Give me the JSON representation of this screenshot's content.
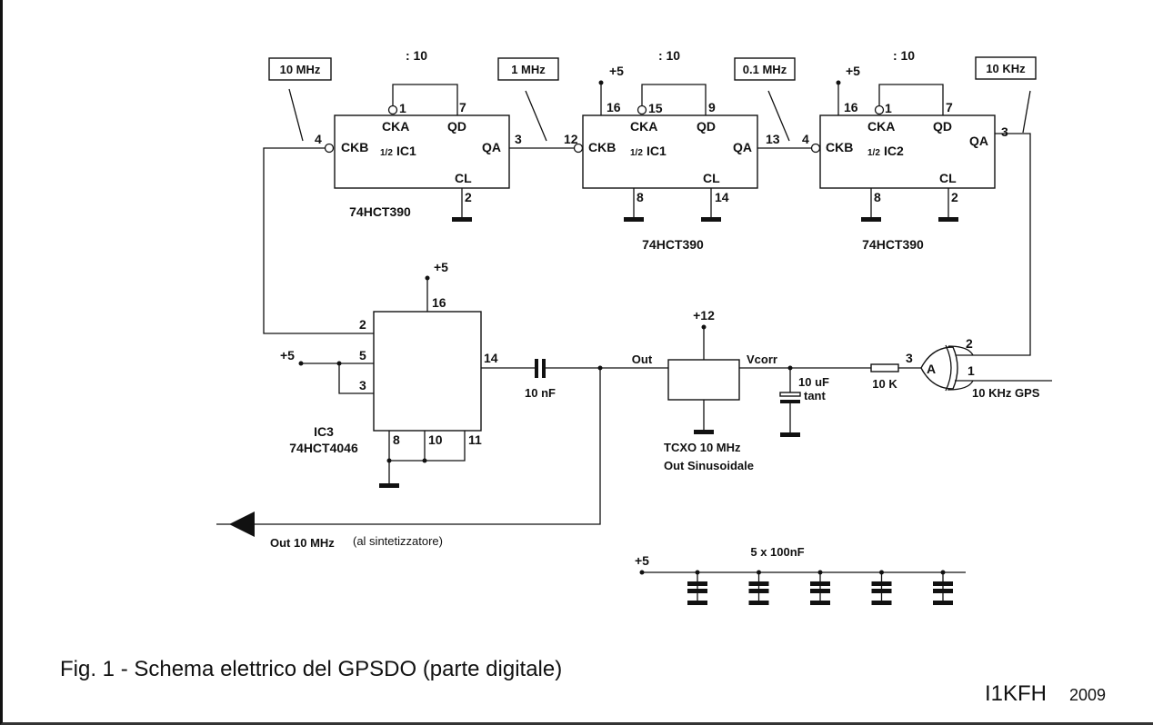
{
  "figure": {
    "caption": "Fig. 1 - Schema elettrico del GPSDO (parte digitale)",
    "author": "I1KFH",
    "year": "2009"
  },
  "frequency_tags": [
    "10 MHz",
    "1 MHz",
    "0.1 MHz",
    "10 KHz"
  ],
  "dividers": [
    {
      "divide_label": ": 10",
      "part": "74HCT390",
      "unit_prefix": "1/2",
      "unit": "IC1",
      "pins": {
        "cka": "1",
        "qd": "7",
        "ckb": "4",
        "qa": "3",
        "cl": "2"
      },
      "signals": {
        "cka": "CKA",
        "qd": "QD",
        "ckb": "CKB",
        "qa": "QA",
        "cl": "CL"
      }
    },
    {
      "divide_label": ": 10",
      "part": "74HCT390",
      "unit_prefix": "1/2",
      "unit": "IC1",
      "supply": "+5",
      "pins": {
        "vcc": "16",
        "cka": "15",
        "qd": "9",
        "ckb": "12",
        "qa": "13",
        "gnd": "8",
        "cl": "14"
      },
      "signals": {
        "cka": "CKA",
        "qd": "QD",
        "ckb": "CKB",
        "qa": "QA",
        "cl": "CL"
      }
    },
    {
      "divide_label": ": 10",
      "part": "74HCT390",
      "unit_prefix": "1/2",
      "unit": "IC2",
      "supply": "+5",
      "pins": {
        "vcc": "16",
        "cka": "1",
        "qd": "7",
        "ckb": "4",
        "qa": "3",
        "gnd": "8",
        "cl": "2"
      },
      "signals": {
        "cka": "CKA",
        "qd": "QD",
        "ckb": "CKB",
        "qa": "QA",
        "cl": "CL"
      }
    }
  ],
  "pll": {
    "ref": "IC3",
    "part": "74HCT4046",
    "supply_top": "+5",
    "supply_left": "+5",
    "pins": {
      "vcc": "16",
      "in2": "2",
      "in5": "5",
      "in3": "3",
      "out14": "14",
      "p8": "8",
      "p10": "10",
      "p11": "11"
    }
  },
  "coupling_cap": "10 nF",
  "tcxo": {
    "supply": "+12",
    "out_label": "Out",
    "vcorr_label": "Vcorr",
    "name": "TCXO 10 MHz",
    "desc": "Out Sinusoidale"
  },
  "tant_cap": {
    "value": "10 uF",
    "type": "tant"
  },
  "resistor": "10 K",
  "xor_gate": {
    "label": "A",
    "pin_out": "3",
    "pin_in2": "2",
    "pin_in1": "1",
    "input_label": "10 KHz GPS"
  },
  "output": {
    "label": "Out 10 MHz",
    "note": "(al sintetizzatore)"
  },
  "decoupling": {
    "supply": "+5",
    "label": "5 x 100nF",
    "count": 5
  }
}
